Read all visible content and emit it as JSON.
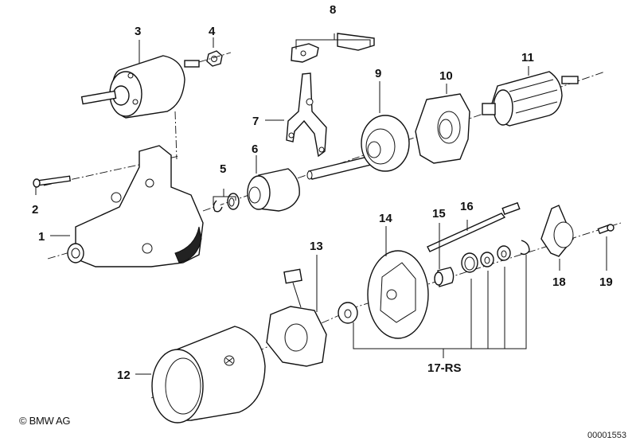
{
  "diagram": {
    "type": "exploded-parts-view",
    "subject": "starter motor assembly",
    "callouts": [
      {
        "id": "1",
        "label": "1"
      },
      {
        "id": "2",
        "label": "2"
      },
      {
        "id": "3",
        "label": "3"
      },
      {
        "id": "4",
        "label": "4"
      },
      {
        "id": "5",
        "label": "5"
      },
      {
        "id": "6",
        "label": "6"
      },
      {
        "id": "7",
        "label": "7"
      },
      {
        "id": "8",
        "label": "8"
      },
      {
        "id": "9",
        "label": "9"
      },
      {
        "id": "10",
        "label": "10"
      },
      {
        "id": "11",
        "label": "11"
      },
      {
        "id": "12",
        "label": "12"
      },
      {
        "id": "13",
        "label": "13"
      },
      {
        "id": "14",
        "label": "14"
      },
      {
        "id": "15",
        "label": "15"
      },
      {
        "id": "16",
        "label": "16"
      },
      {
        "id": "17",
        "label": "17-RS"
      },
      {
        "id": "18",
        "label": "18"
      },
      {
        "id": "19",
        "label": "19"
      }
    ]
  },
  "footer": {
    "copyright": "© BMW AG",
    "document_id": "00001553"
  }
}
